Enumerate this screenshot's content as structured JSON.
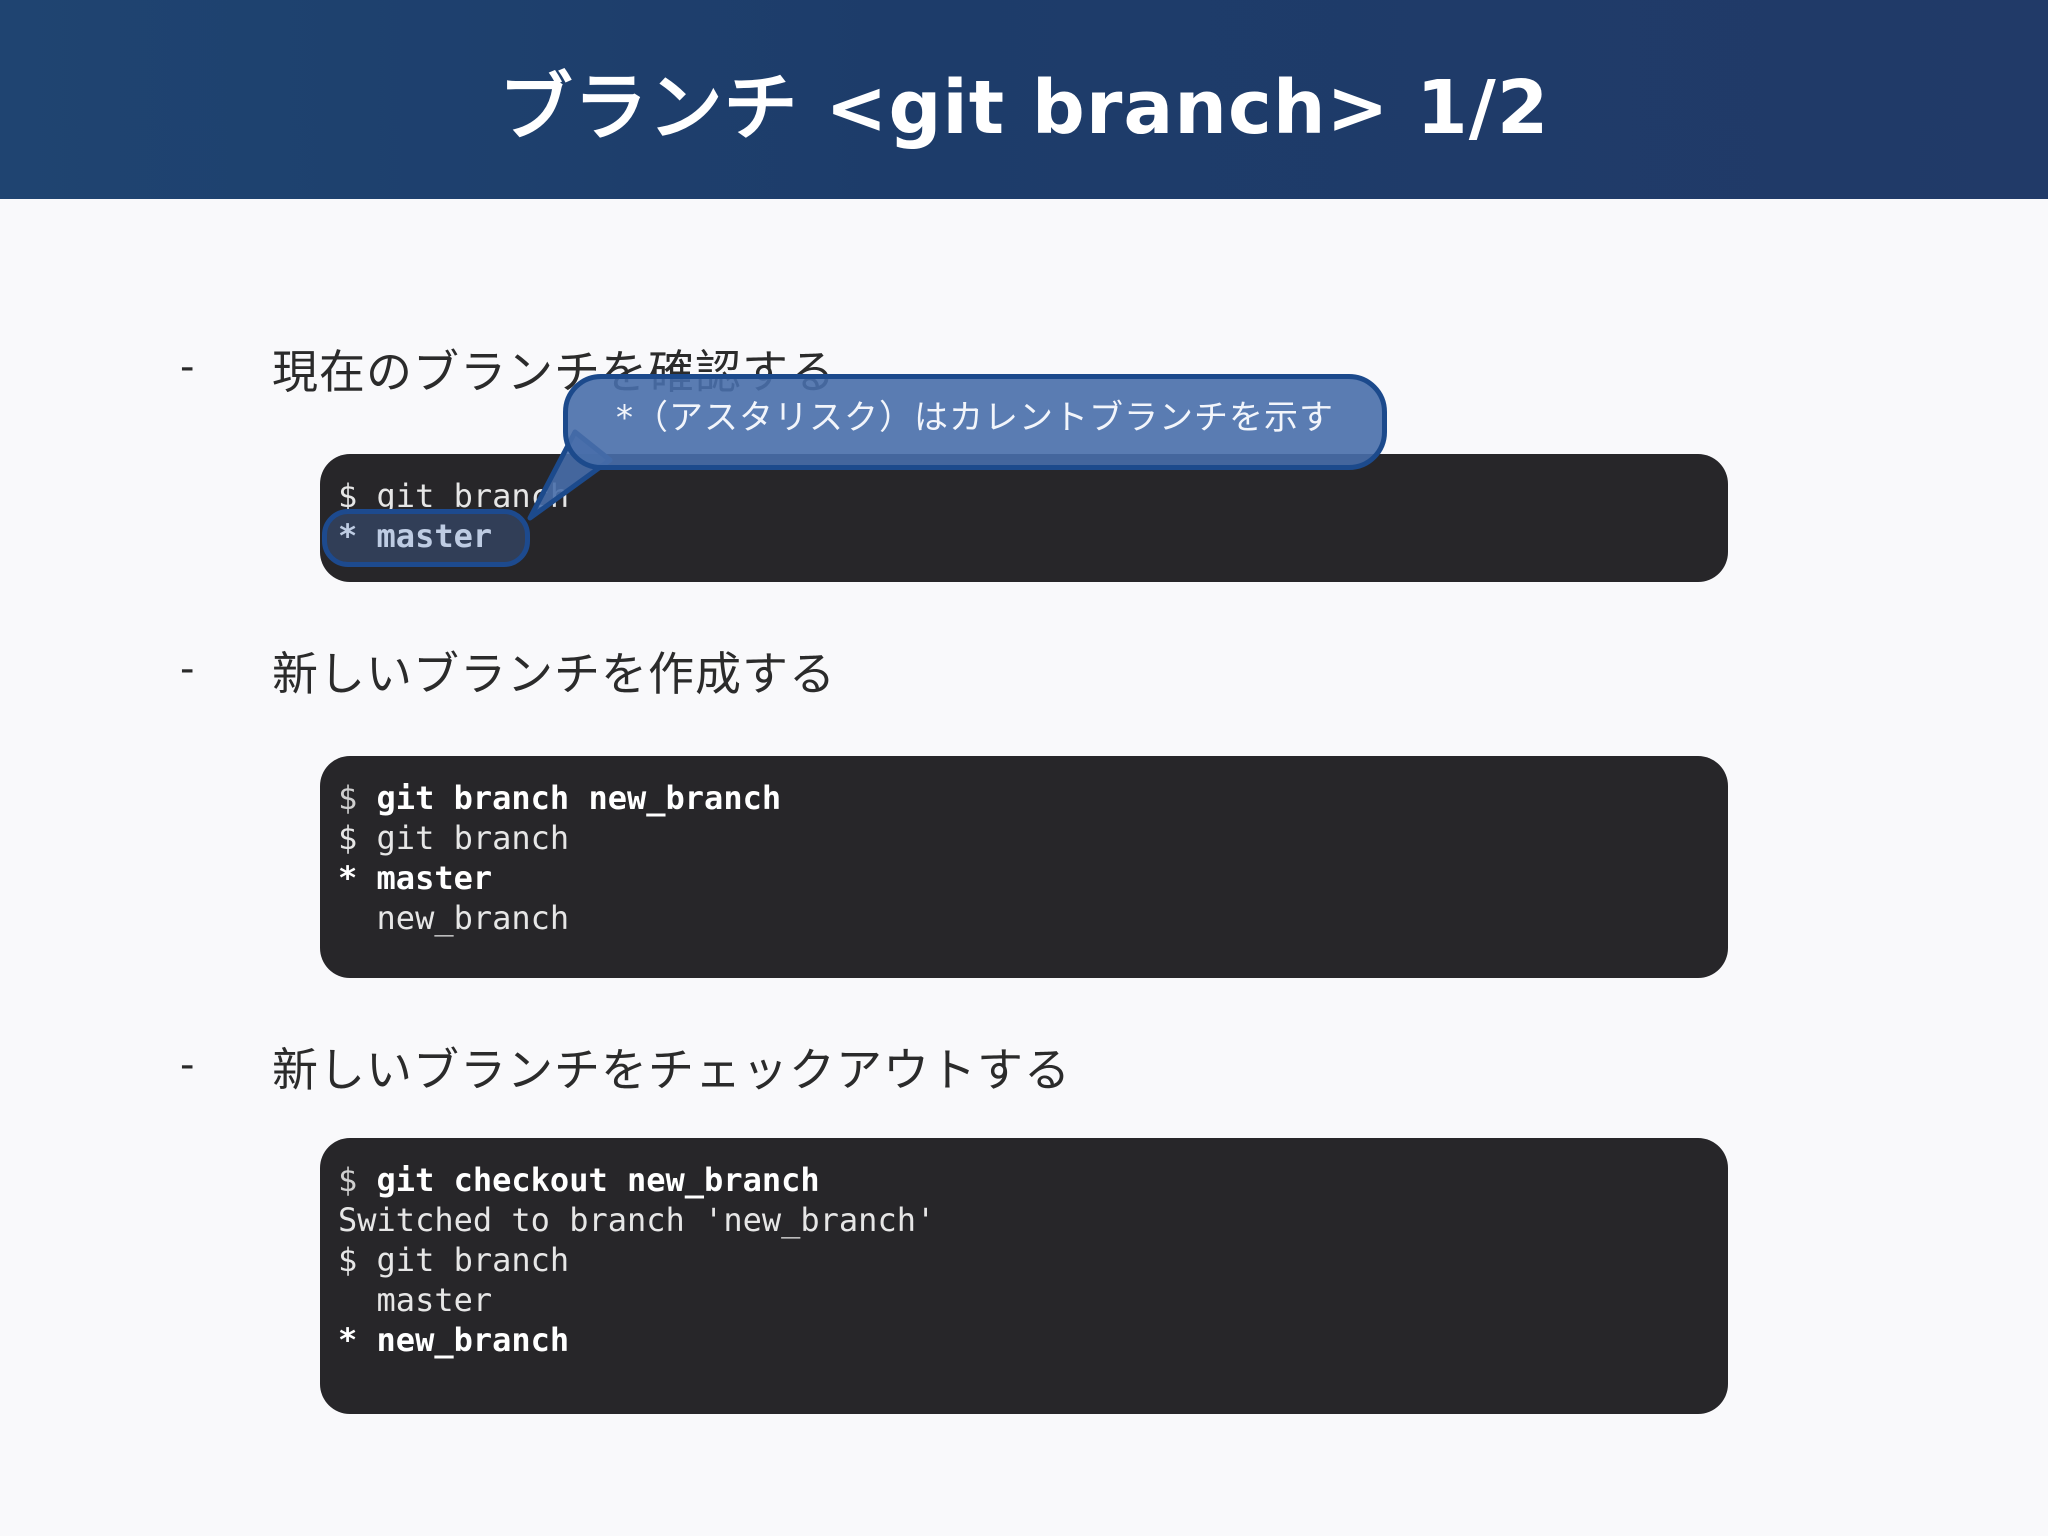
{
  "slide": {
    "title": "ブランチ <git branch> 1/2"
  },
  "sections": [
    {
      "dash": "-",
      "label": "現在のブランチを確認する",
      "terminal": [
        {
          "text": "$ git branch",
          "bold": false
        },
        {
          "text": "* master",
          "bold": true
        }
      ]
    },
    {
      "dash": "-",
      "label": "新しいブランチを作成する",
      "terminal": [
        {
          "prompt": "$ ",
          "text": "git branch new_branch",
          "bold": true
        },
        {
          "text": "$ git branch",
          "bold": false
        },
        {
          "text": "* master",
          "bold": true
        },
        {
          "text": "  new_branch",
          "bold": false
        }
      ]
    },
    {
      "dash": "-",
      "label": "新しいブランチをチェックアウトする",
      "terminal": [
        {
          "prompt": "$ ",
          "text": "git checkout new_branch",
          "bold": true
        },
        {
          "text": "Switched to branch 'new_branch'",
          "bold": false
        },
        {
          "text": "$ git branch",
          "bold": false
        },
        {
          "text": "  master",
          "bold": false
        },
        {
          "text": "* new_branch",
          "bold": true
        }
      ]
    }
  ],
  "callout": {
    "text": "*（アスタリスク）はカレントブランチを示す"
  },
  "colors": {
    "header_bg": "#1f4471",
    "terminal_bg": "#272629",
    "callout_bg": "#486eaa",
    "callout_border": "#1c4a8c"
  }
}
